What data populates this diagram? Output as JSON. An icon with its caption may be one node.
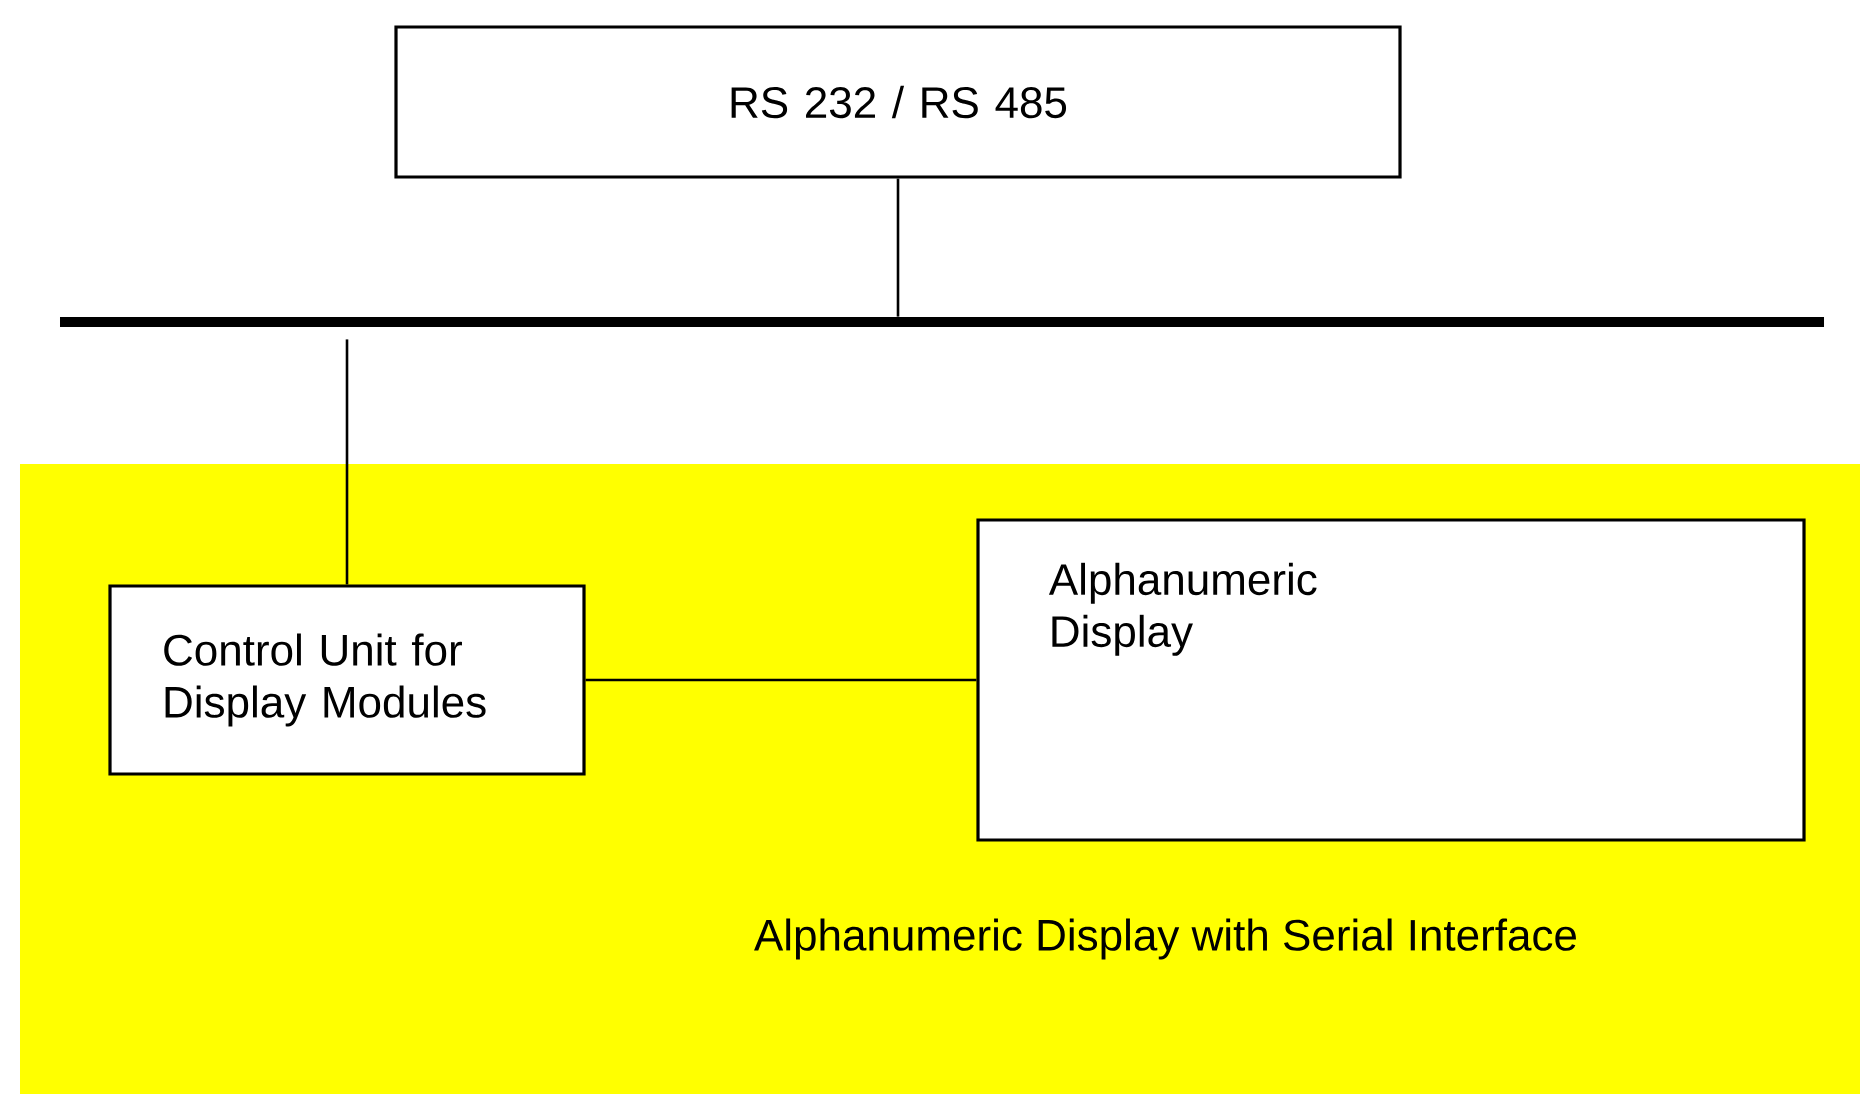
{
  "diagram": {
    "nodes": [
      {
        "text": [
          "RS 232 / RS 485"
        ]
      },
      {
        "text": [],
        "shape": "bar"
      },
      {
        "text": [
          "Alphanumeric Display with Serial Interface"
        ]
      },
      {
        "text": [
          "Control Unit for Display Modules"
        ],
        "in": 2
      },
      {
        "text": [
          "Alphanumeric Display"
        ],
        "in": 2
      }
    ],
    "edges": [
      {
        "from": 0,
        "to": 1,
        "arrow": "none"
      },
      {
        "from": 1,
        "to": 3,
        "arrow": "none"
      },
      {
        "from": 3,
        "to": 4,
        "arrow": "none"
      }
    ]
  }
}
